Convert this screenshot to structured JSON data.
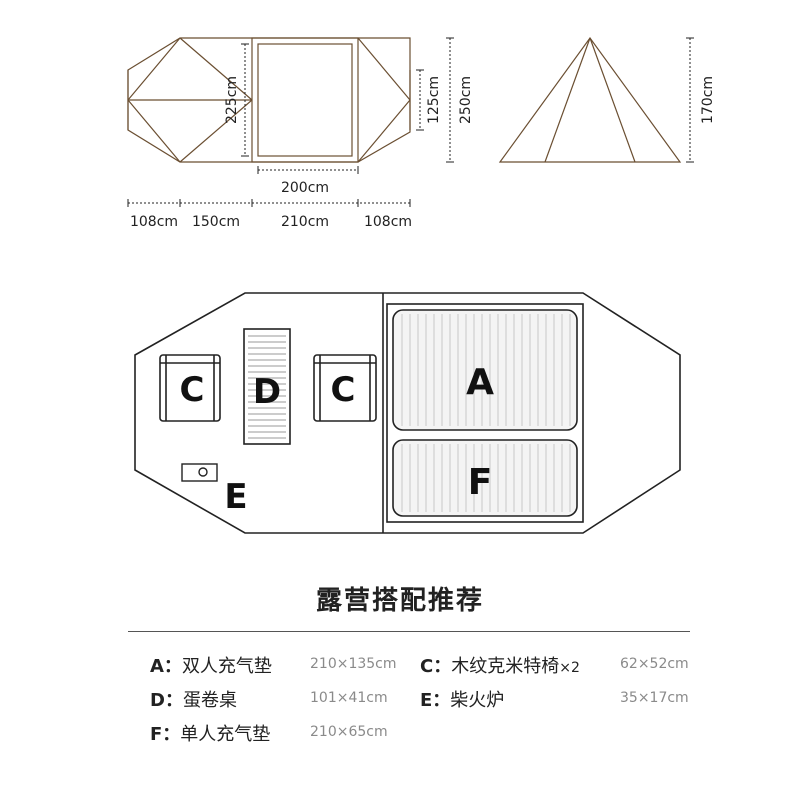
{
  "top_view": {
    "dims": {
      "inner_height": "225cm",
      "outer_height": "250cm",
      "side_height": "125cm",
      "inner_width": "200cm",
      "seg1": "108cm",
      "seg2": "150cm",
      "seg3": "210cm",
      "seg4": "108cm"
    }
  },
  "side_view": {
    "height": "170cm"
  },
  "layout": {
    "labels": {
      "A": "A",
      "C_left": "C",
      "D": "D",
      "C_right": "C",
      "E": "E",
      "F": "F"
    }
  },
  "title": "露营搭配推荐",
  "items": {
    "A": {
      "key": "A：",
      "name": "双人充气垫",
      "size": "210×135cm"
    },
    "C": {
      "key": "C：",
      "name": "木纹克米特椅",
      "mult": "×2",
      "size": "62×52cm"
    },
    "D": {
      "key": "D：",
      "name": "蛋卷桌",
      "size": "101×41cm"
    },
    "E": {
      "key": "E：",
      "name": "柴火炉",
      "size": "35×17cm"
    },
    "F": {
      "key": "F：",
      "name": "单人充气垫",
      "size": "210×65cm"
    }
  },
  "colors": {
    "line": "#6b4f32",
    "ink": "#222222"
  }
}
